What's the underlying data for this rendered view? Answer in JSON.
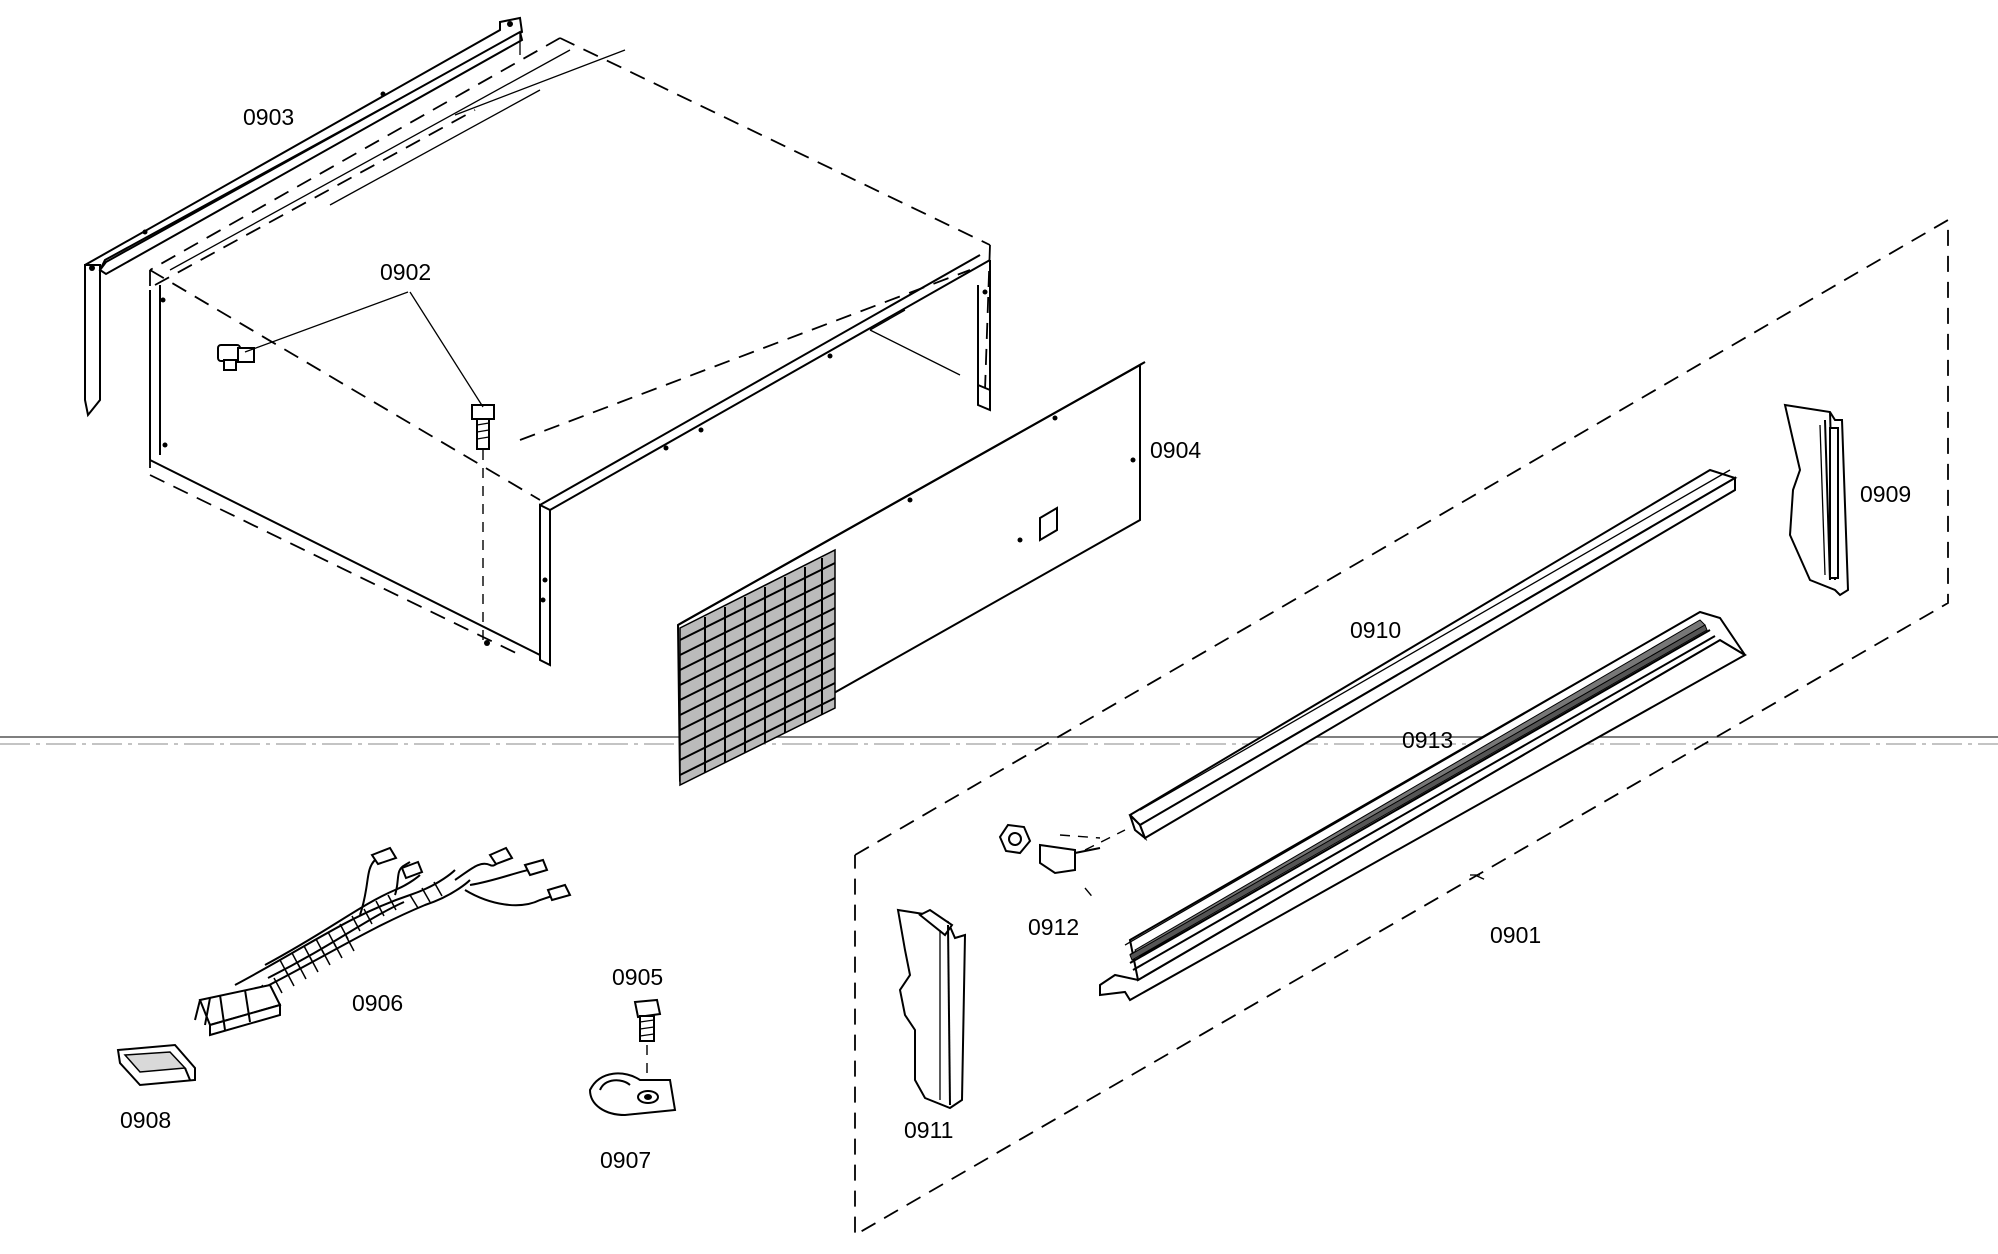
{
  "diagram": {
    "part_labels": {
      "p0901": "0901",
      "p0902": "0902",
      "p0903": "0903",
      "p0904": "0904",
      "p0905": "0905",
      "p0906": "0906",
      "p0907": "0907",
      "p0908": "0908",
      "p0909": "0909",
      "p0910": "0910",
      "p0911": "0911",
      "p0912": "0912",
      "p0913": "0913"
    }
  }
}
